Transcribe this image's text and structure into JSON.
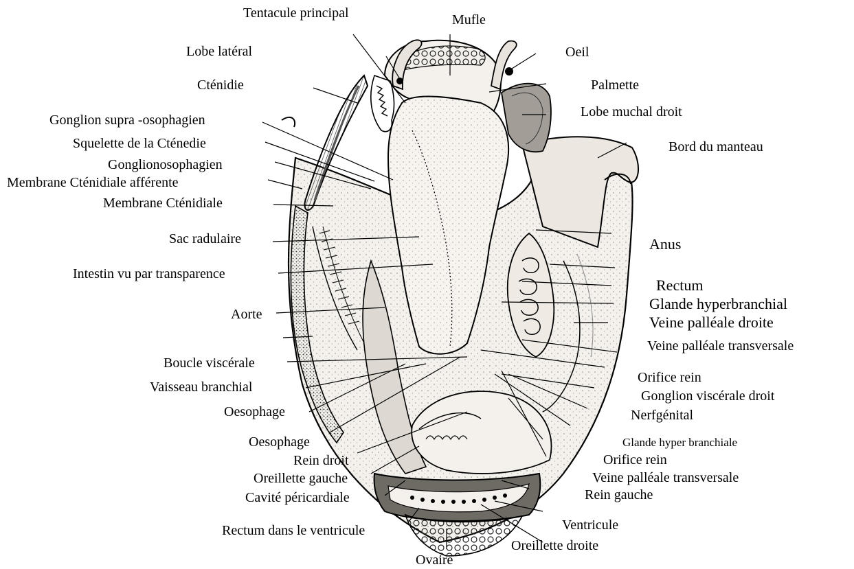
{
  "labels": {
    "tentacule_principal": "Tentacule principal",
    "mufle": "Mufle",
    "lobe_lateral": "Lobe latéral",
    "oeil": "Oeil",
    "ctenidie": "Cténidie",
    "palmette": "Palmette",
    "lobe_muchal_droit": "Lobe muchal droit",
    "ganglion_supra": "Gonglion supra -osophagien",
    "squelette": "Squelette de la Cténedie",
    "bord_manteau": "Bord du manteau",
    "ganglion_oso": "Gonglionosophagien",
    "membrane_afferente": "Membrane  Cténidiale afférente",
    "membrane_ctenidiale": "Membrane  Cténidiale",
    "sac_radulaire": "Sac radulaire",
    "anus": "Anus",
    "intestin": "Intestin vu par transparence",
    "rectum": "Rectum",
    "glande_hyperbranchial": "Glande    hyperbranchial",
    "aorte": "Aorte",
    "veine_palleale_droite": "Veine palléale droite",
    "veine_palleale_transversale_1": "Veine palléale transversale",
    "boucle_viscerale": "Boucle viscérale",
    "orifice_rein_1": "Orifice  rein",
    "vaisseau_branchial": "Vaisseau branchial",
    "ganglion_visceral_droit": "Gonglion viscérale droit",
    "oesophage_1": "Oesophage",
    "nerfgenital": "Nerfgénital",
    "oesophage_2": "Oesophage",
    "glande_hyper_branchiale": "Glande     hyper    branchiale",
    "rein_droit": "Rein droit",
    "orifice_rein_2": "Orifice        rein",
    "oreillette_gauche": "Oreillette gauche",
    "veine_palleale_transversale_2": "Veine palléale transversale",
    "cavite_pericardiale": "Cavité péricardiale",
    "rein_gauche": "Rein gauche",
    "ventricule": "Ventricule",
    "rectum_ventricule": "Rectum dans le ventricule",
    "oreillette_droite": "Oreillette droite",
    "ovaire": "Ovaire"
  },
  "colors": {
    "ink": "#000000",
    "body_fill": "#f4f1ec",
    "shade_light": "#d9d5cf",
    "shade_dark": "#6e6a64"
  }
}
